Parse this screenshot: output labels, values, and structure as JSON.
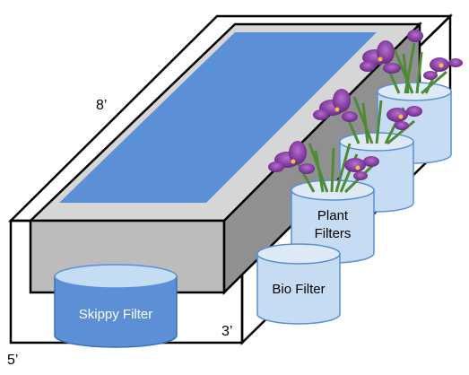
{
  "dimensions": {
    "length": "8’",
    "height": "3’",
    "width": "5’"
  },
  "components": {
    "skippy_filter": "Skippy Filter",
    "bio_filter": "Bio Filter",
    "plant_filters_line1": "Plant",
    "plant_filters_line2": "Filters"
  },
  "colors": {
    "water": "#5b8fd6",
    "box_face": "#bcbcbc",
    "box_side": "#909090",
    "skippy_body": "#5b8fd6",
    "filter_body": "#c6dcf2",
    "flower_petal": "#8b3fa6",
    "leaf": "#6da84a"
  }
}
